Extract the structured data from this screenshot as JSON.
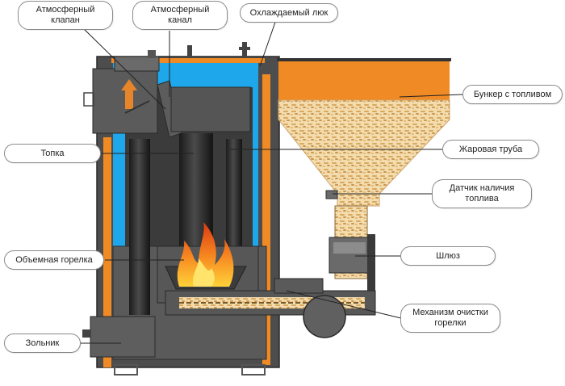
{
  "labels": {
    "air_valve": "Атмосферный\nклапан",
    "air_channel": "Атмосферный\nканал",
    "cooled_hatch": "Охлаждаемый люк",
    "hopper": "Бункер с топливом",
    "furnace": "Топка",
    "fire_tube": "Жаровая труба",
    "fuel_sensor": "Датчик наличия\nтоплива",
    "volume_burner": "Объемная горелка",
    "sluice": "Шлюз",
    "ash_pit": "Зольник",
    "cleaning_mechanism": "Механизм очистки\nгорелки"
  },
  "colors": {
    "body": "#4a4a4a",
    "insulation": "#f08a24",
    "water_jacket": "#1aa3e8",
    "hopper_top": "#f08a24",
    "pellets": "#e8c48a",
    "flame": "#f26b1d",
    "callout_border": "#8a8a8a"
  }
}
